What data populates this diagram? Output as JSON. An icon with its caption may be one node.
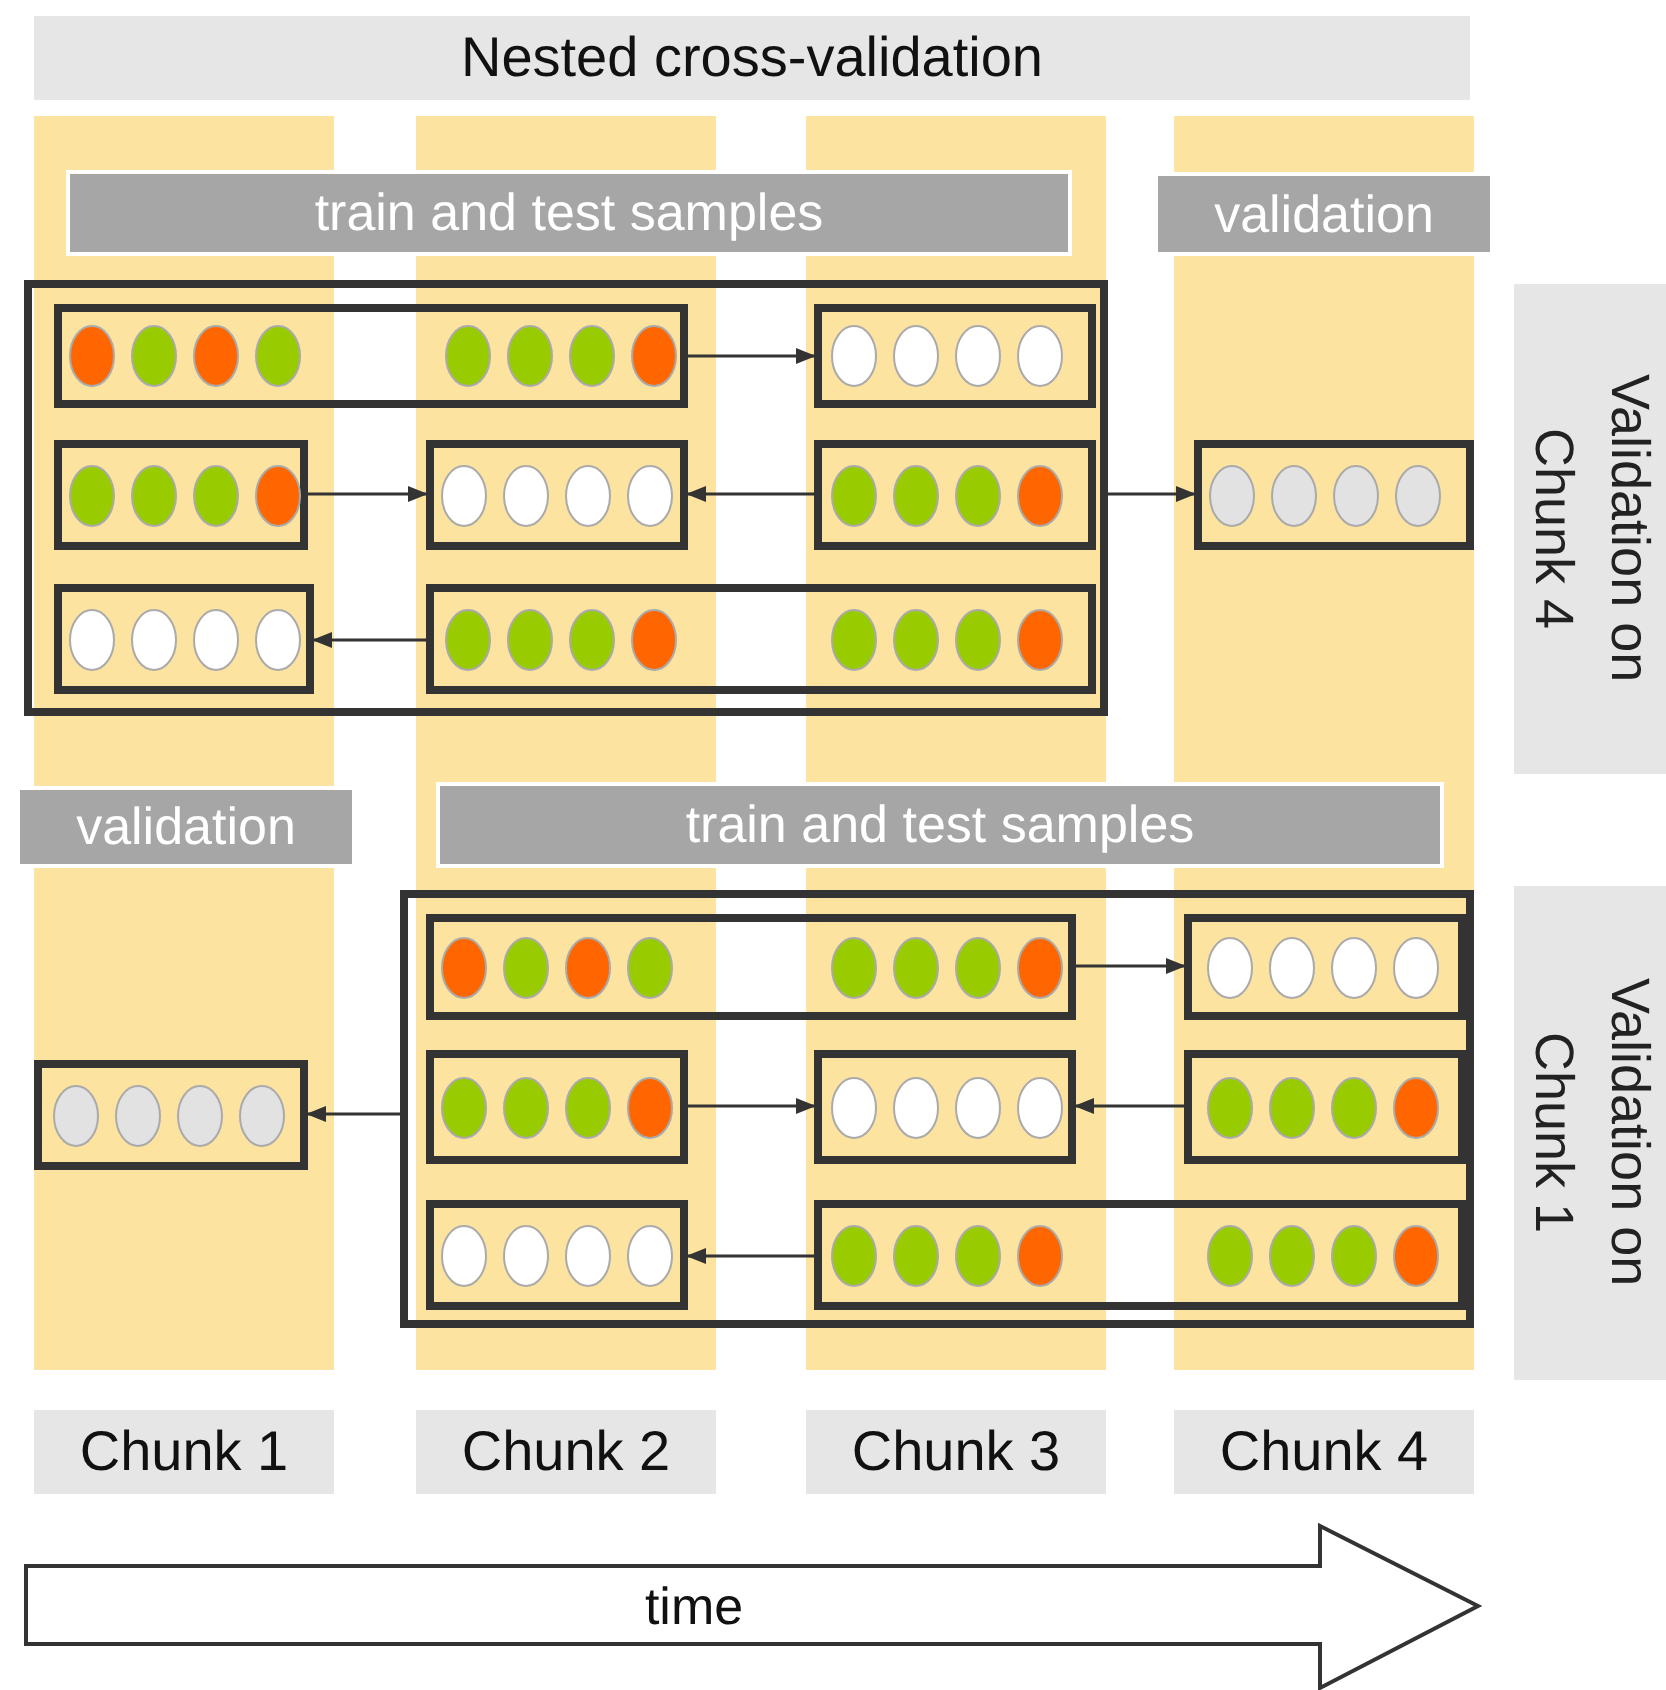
{
  "diagram": {
    "title": "Nested cross-validation",
    "nodes": [
      {
        "text": [
          "train and test samples"
        ]
      },
      {
        "text": [
          "validation"
        ]
      },
      {
        "text": [
          "Validation on Chunk 4"
        ]
      },
      {
        "text": [],
        "shape": "box"
      },
      {
        "text": [],
        "shape": "box",
        "in": 3
      },
      {
        "text": [],
        "shape": "box",
        "in": 3
      },
      {
        "text": [],
        "shape": "box",
        "in": 3
      },
      {
        "text": [],
        "shape": "box",
        "in": 3
      },
      {
        "text": [],
        "shape": "box",
        "in": 3
      },
      {
        "text": [],
        "shape": "box",
        "in": 3
      },
      {
        "text": [],
        "shape": "box",
        "in": 3
      },
      {
        "text": [],
        "shape": "box"
      },
      {
        "text": [
          "validation"
        ]
      },
      {
        "text": [
          "train and test samples"
        ]
      },
      {
        "text": [
          "Validation on Chunk 1"
        ]
      },
      {
        "text": [],
        "shape": "box"
      },
      {
        "text": [],
        "shape": "box"
      },
      {
        "text": [],
        "shape": "box",
        "in": 16
      },
      {
        "text": [],
        "shape": "box",
        "in": 16
      },
      {
        "text": [],
        "shape": "box",
        "in": 16
      },
      {
        "text": [],
        "shape": "box",
        "in": 16
      },
      {
        "text": [],
        "shape": "box",
        "in": 16
      },
      {
        "text": [],
        "shape": "box",
        "in": 16
      },
      {
        "text": [],
        "shape": "box",
        "in": 16
      },
      {
        "text": [
          "Chunk 1"
        ]
      },
      {
        "text": [
          "Chunk 2"
        ]
      },
      {
        "text": [
          "Chunk 3"
        ]
      },
      {
        "text": [
          "Chunk 4"
        ]
      },
      {
        "text": [
          "time"
        ]
      }
    ],
    "edges": [
      {
        "from": 4,
        "to": 5,
        "arrow": "to"
      },
      {
        "from": 6,
        "to": 7,
        "arrow": "to"
      },
      {
        "from": 8,
        "to": 7,
        "arrow": "to"
      },
      {
        "from": 3,
        "to": 11,
        "arrow": "to"
      },
      {
        "from": 10,
        "to": 9,
        "arrow": "to"
      },
      {
        "from": 17,
        "to": 18,
        "arrow": "to"
      },
      {
        "from": 19,
        "to": 20,
        "arrow": "to"
      },
      {
        "from": 21,
        "to": 20,
        "arrow": "to"
      },
      {
        "from": 16,
        "to": 15,
        "arrow": "to"
      },
      {
        "from": 23,
        "to": 22,
        "arrow": "to"
      }
    ]
  }
}
